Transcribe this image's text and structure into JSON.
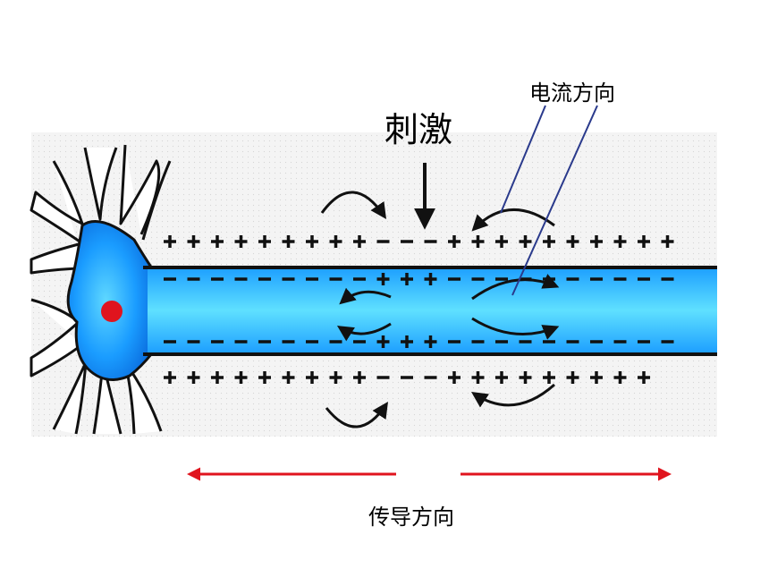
{
  "labels": {
    "stimulus": "刺激",
    "current_direction": "电流方向",
    "conduction_direction": "传导方向"
  },
  "symbols": {
    "positive": "+",
    "negative": "-"
  },
  "membrane": {
    "outer_top": "+++++++++---++++++++++",
    "inner_top": "---------+++----------",
    "inner_bottom": "---------+++----------",
    "outer_bottom": "+++++++++---+++++++++"
  },
  "colors": {
    "neuron_fill": "#1ea0ff",
    "axon_core": "#35d2ff",
    "membrane_line": "#111111",
    "nucleus": "#e0141e",
    "conduction_arrow": "#e0141e",
    "current_pointer": "#2a3a8c",
    "background_panel": "#f4f4f4"
  }
}
